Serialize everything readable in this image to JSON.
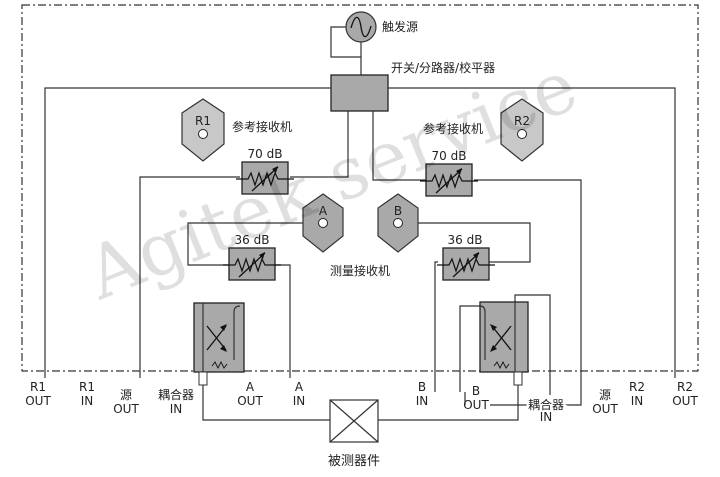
{
  "labels": {
    "trigger_source": "触发源",
    "switch_splitter_leveler": "开关/分路器/校平器",
    "reference_receiver_left": "参考接收机",
    "reference_receiver_right": "参考接收机",
    "measurement_receiver": "测量接收机",
    "dut": "被测器件"
  },
  "receivers": {
    "r1": "R1",
    "r2": "R2",
    "a": "A",
    "b": "B"
  },
  "attenuators": {
    "left_70": "70 dB",
    "right_70": "70 dB",
    "left_36": "36 dB",
    "right_36": "36 dB"
  },
  "ports": {
    "r1_out": [
      "R1",
      "OUT"
    ],
    "r1_in": [
      "R1",
      "IN"
    ],
    "source_out_left": [
      "源",
      "OUT"
    ],
    "coupler_in_left": [
      "耦合器",
      "IN"
    ],
    "a_out": [
      "A",
      "OUT"
    ],
    "a_in": [
      "A",
      "IN"
    ],
    "b_in": [
      "B",
      "IN"
    ],
    "b_out": [
      "B",
      "OUT"
    ],
    "coupler_in_right": [
      "耦合器",
      "IN"
    ],
    "source_out_right": [
      "源",
      "OUT"
    ],
    "r2_in": [
      "R2",
      "IN"
    ],
    "r2_out": [
      "R2",
      "OUT"
    ]
  },
  "watermark": "Agitek service"
}
